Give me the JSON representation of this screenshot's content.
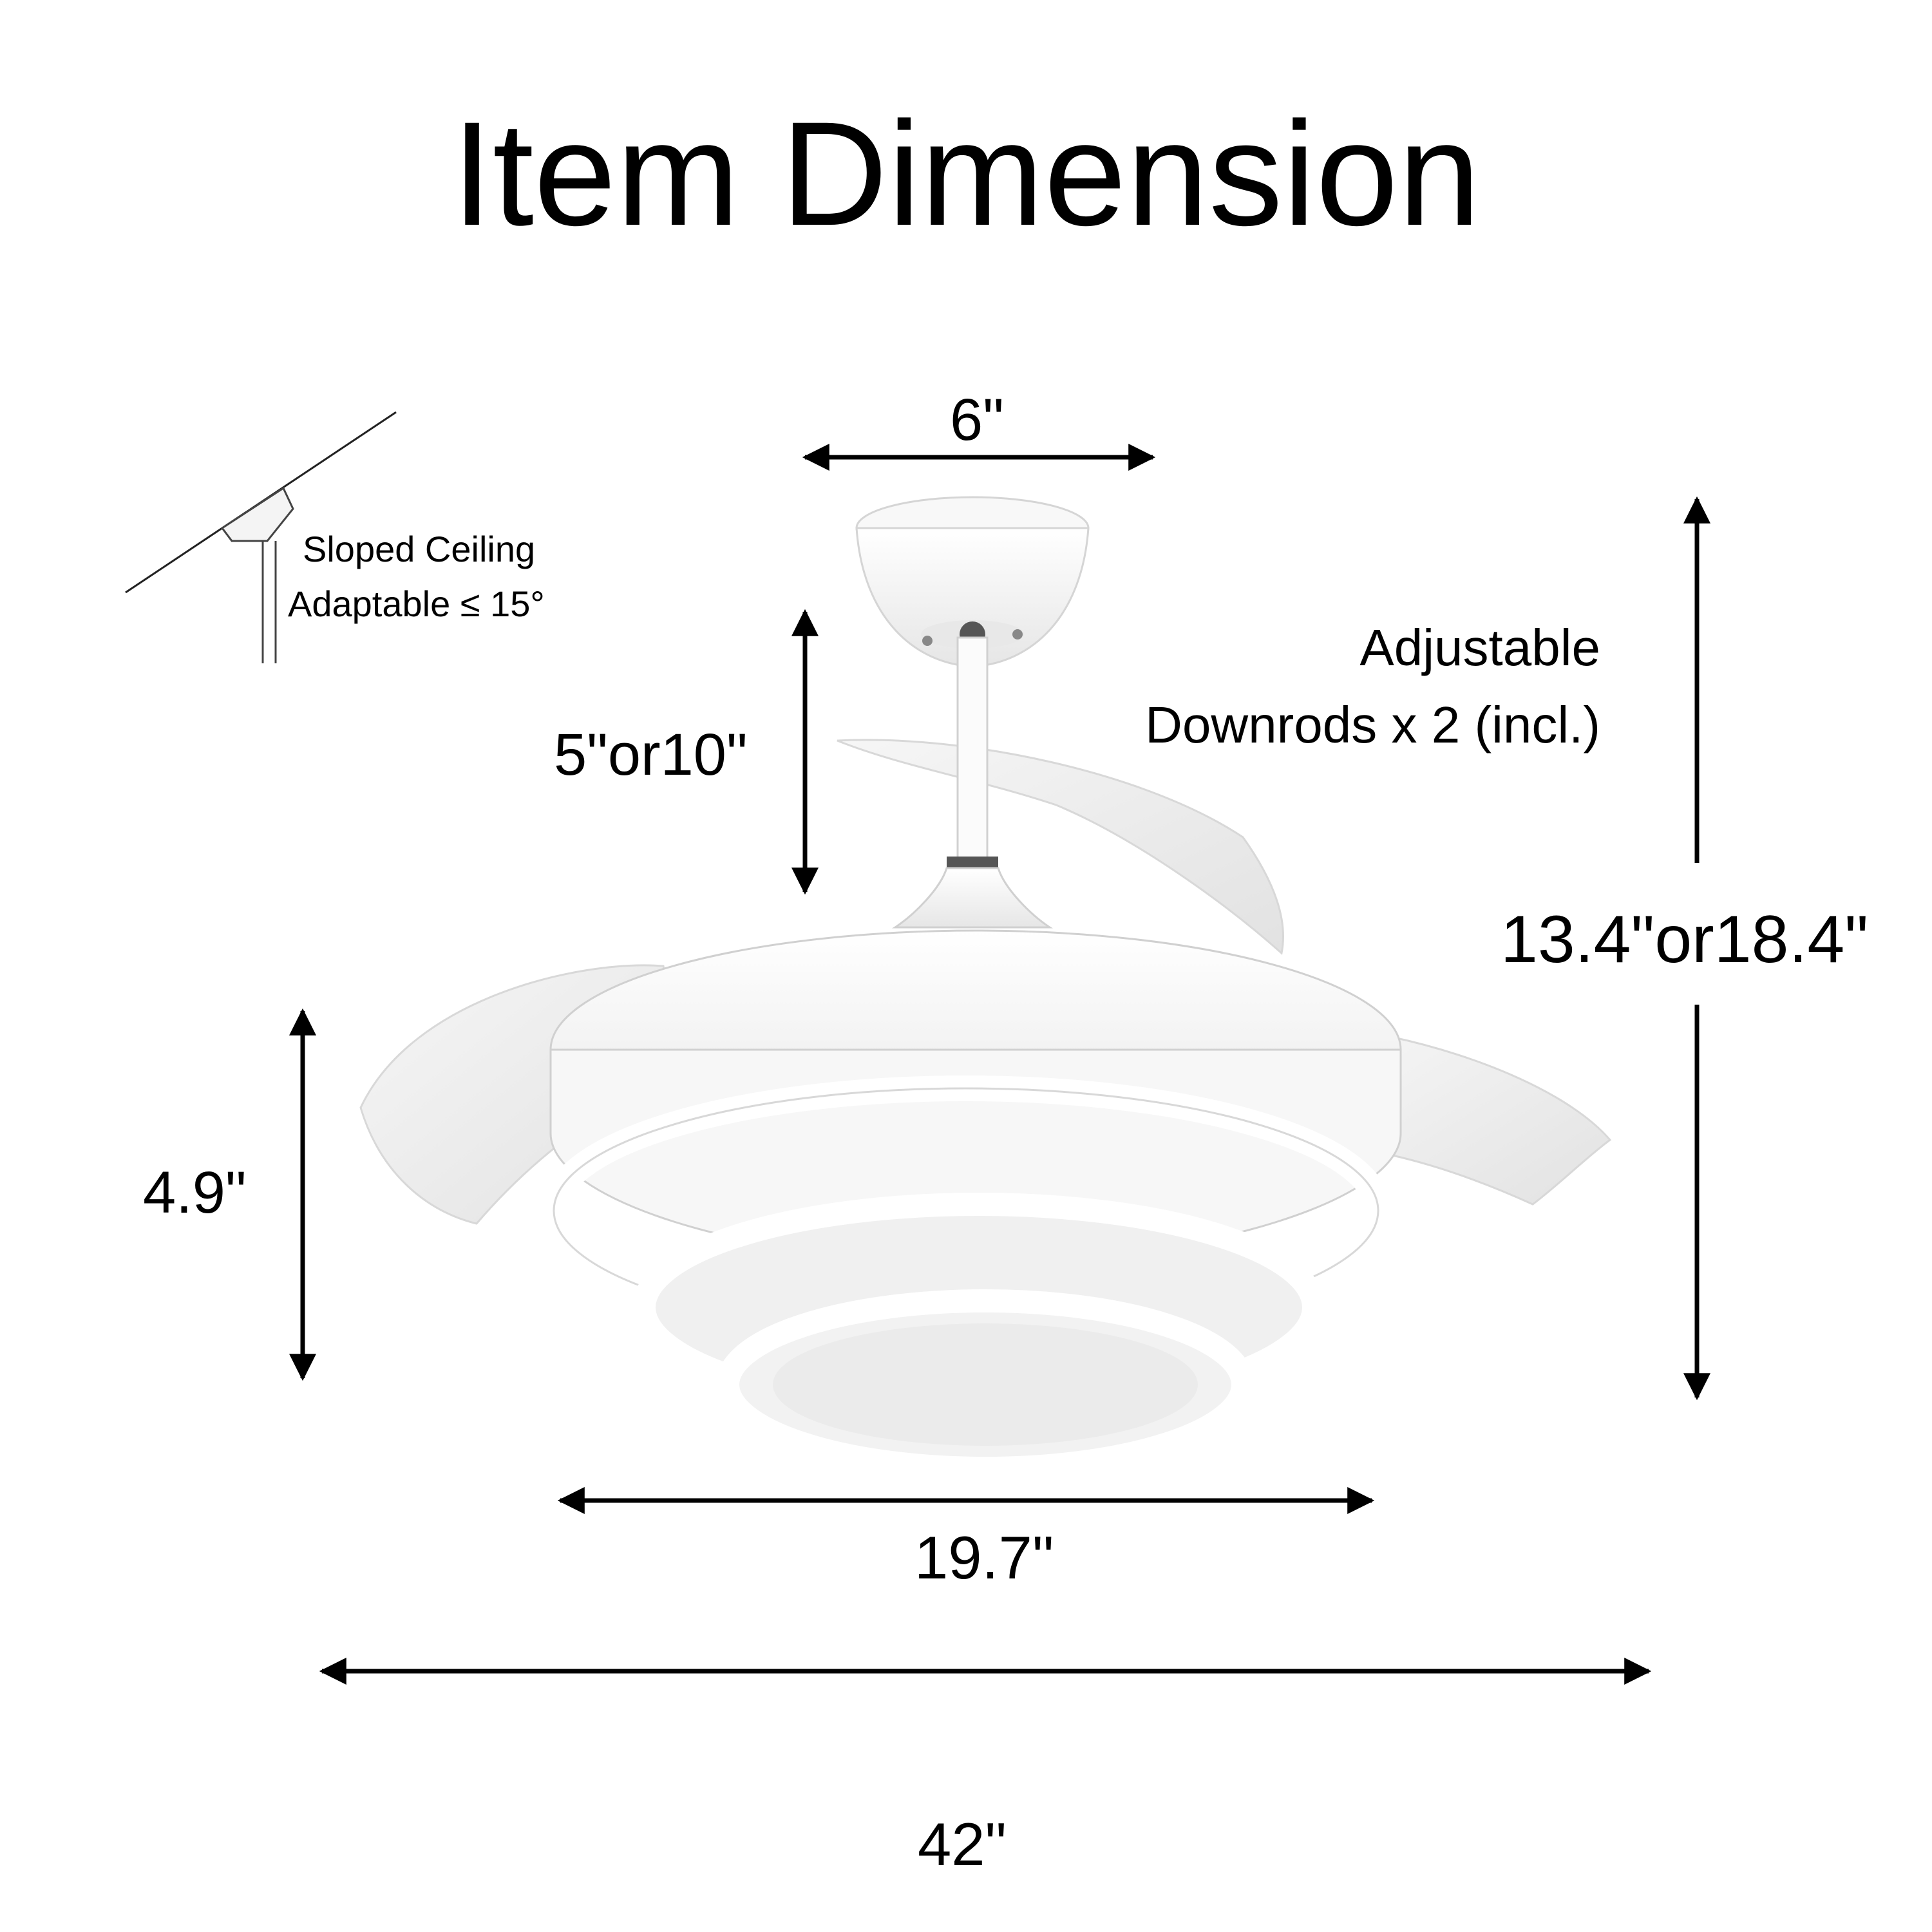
{
  "title": "Item Dimension",
  "dimensions": {
    "canopy_width": "6\"",
    "downrod_length": "5\"or10\"",
    "downrod_note_line1": "Adjustable",
    "downrod_note_line2": "Downrods x 2 (incl.)",
    "overall_height": "13.4\"or18.4\"",
    "body_height": "4.9\"",
    "body_diameter": "19.7\"",
    "blade_span": "42\""
  },
  "sloped_ceiling": {
    "line1": "Sloped Ceiling",
    "line2": "Adaptable ≤ 15°"
  },
  "colors": {
    "text": "#000000",
    "fan_body": "#ffffff",
    "fan_shadow": "#dcdcdc",
    "blade": "#eeeeee"
  }
}
